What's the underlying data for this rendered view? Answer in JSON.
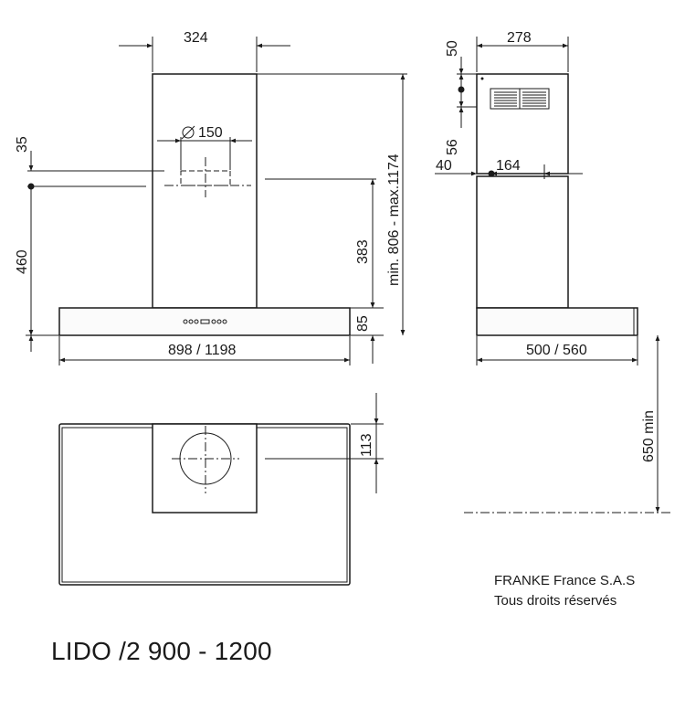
{
  "title": "LIDO /2 900 - 1200",
  "copyright": {
    "company": "FRANKE France S.A.S",
    "rights": "Tous droits réservés"
  },
  "front_view": {
    "chimney_width": "324",
    "outlet_diameter": "150",
    "offset_top": "35",
    "outlet_height": "460",
    "outlet_to_canopy": "383",
    "total_height_range": "min. 806 - max.1174",
    "canopy_height": "85",
    "canopy_width": "898 / 1198"
  },
  "side_view": {
    "top_offset": "50",
    "chimney_depth": "278",
    "bracket_offset": "56",
    "wall_offset": "40",
    "outlet_offset": "164",
    "canopy_depth": "500 / 560",
    "hob_distance": "650 min"
  },
  "top_view": {
    "outlet_offset": "113"
  }
}
